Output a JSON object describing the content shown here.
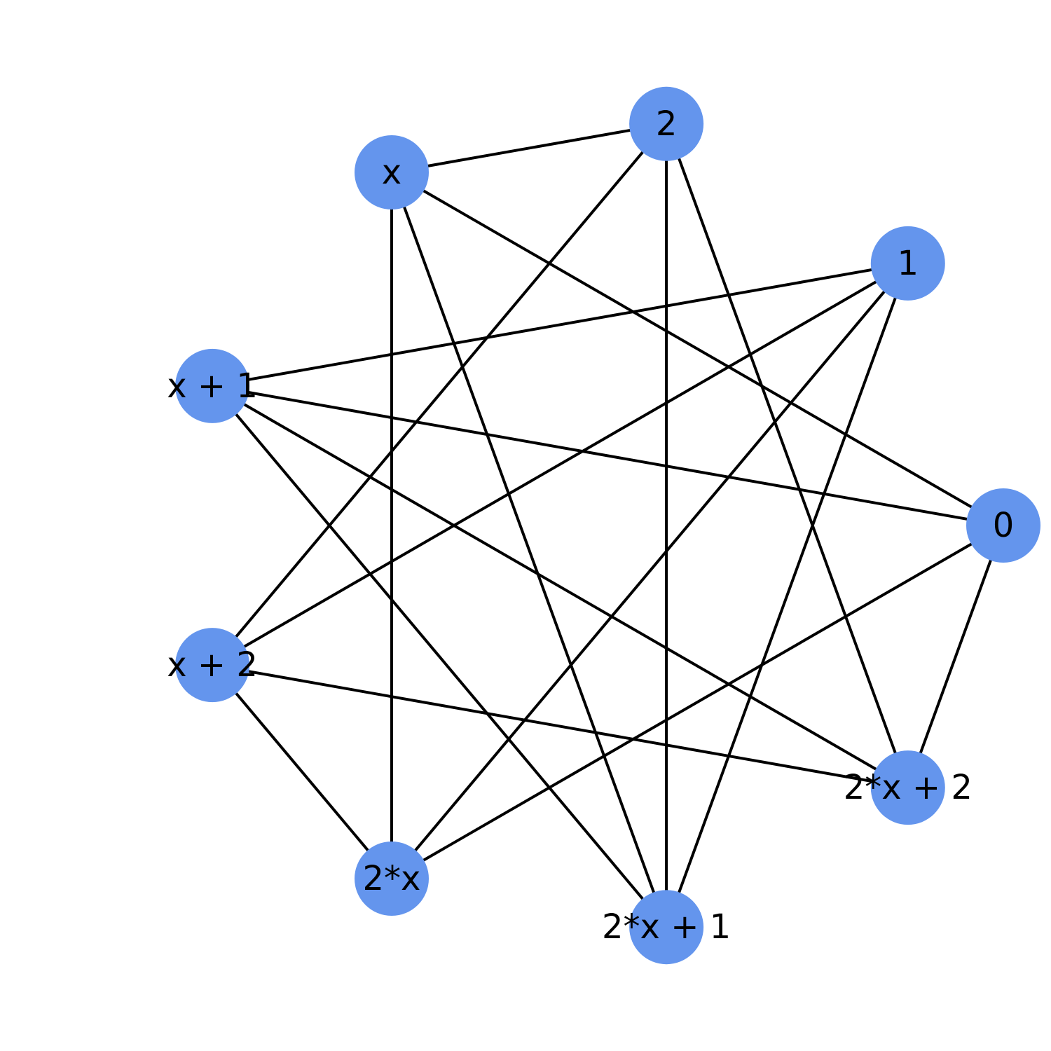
{
  "graph": {
    "node_color": "#6495ED",
    "edge_color": "#000000",
    "label_color": "#000000",
    "nodes": [
      {
        "id": "0",
        "label": "0"
      },
      {
        "id": "1",
        "label": "1"
      },
      {
        "id": "2",
        "label": "2"
      },
      {
        "id": "x",
        "label": "x"
      },
      {
        "id": "x+1",
        "label": "x + 1"
      },
      {
        "id": "x+2",
        "label": "x + 2"
      },
      {
        "id": "2x",
        "label": "2*x"
      },
      {
        "id": "2x+1",
        "label": "2*x + 1"
      },
      {
        "id": "2x+2",
        "label": "2*x + 2"
      }
    ],
    "edges": [
      [
        "0",
        "x"
      ],
      [
        "0",
        "x+1"
      ],
      [
        "0",
        "2x"
      ],
      [
        "0",
        "2x+2"
      ],
      [
        "1",
        "x+1"
      ],
      [
        "1",
        "x+2"
      ],
      [
        "1",
        "2x"
      ],
      [
        "1",
        "2x+1"
      ],
      [
        "2",
        "x"
      ],
      [
        "2",
        "x+2"
      ],
      [
        "2",
        "2x+1"
      ],
      [
        "2",
        "2x+2"
      ],
      [
        "x",
        "2x"
      ],
      [
        "x",
        "2x+1"
      ],
      [
        "x+1",
        "2x+1"
      ],
      [
        "x+1",
        "2x+2"
      ],
      [
        "x+2",
        "2x"
      ],
      [
        "x+2",
        "2x+2"
      ]
    ]
  }
}
